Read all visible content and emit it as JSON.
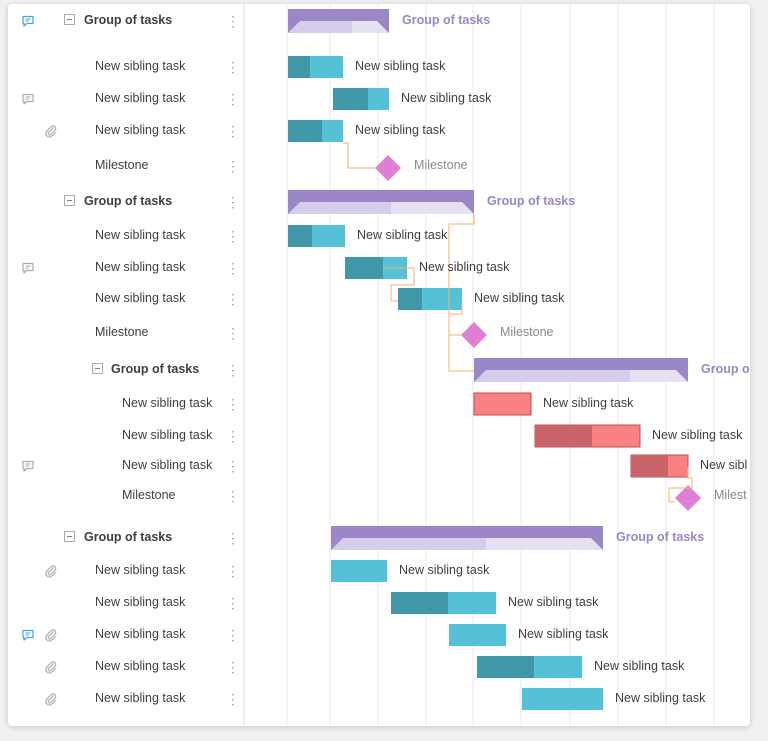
{
  "colors": {
    "group": "#9b86c7",
    "group_fill": "#e6e0f3",
    "task_done": "#3f97a8",
    "task": "#55c1d6",
    "critical_done": "#c9646a",
    "critical": "#fb8082",
    "milestone": "#e07ed6",
    "link": "#f6b26b",
    "comment_icon": "#4aa3d8"
  },
  "rows": [
    {
      "label": "Group of tasks",
      "type": "group",
      "icons": [
        "comment-icon-active"
      ],
      "bar_label": "Group of tasks"
    },
    {
      "label": "New sibling task",
      "type": "task",
      "icons": [],
      "bar_label": "New sibling task"
    },
    {
      "label": "New sibling task",
      "type": "task",
      "icons": [
        "comment-icon"
      ],
      "bar_label": "New sibling task"
    },
    {
      "label": "New sibling task",
      "type": "task",
      "icons": [
        "attachment-icon"
      ],
      "bar_label": "New sibling task"
    },
    {
      "label": "Milestone",
      "type": "milestone",
      "icons": [],
      "bar_label": "Milestone"
    },
    {
      "label": "Group of tasks",
      "type": "group",
      "icons": [],
      "bar_label": "Group of tasks"
    },
    {
      "label": "New sibling task",
      "type": "task",
      "icons": [],
      "bar_label": "New sibling task"
    },
    {
      "label": "New sibling task",
      "type": "task",
      "icons": [
        "comment-icon"
      ],
      "bar_label": "New sibling task"
    },
    {
      "label": "New sibling task",
      "type": "task",
      "icons": [],
      "bar_label": "New sibling task"
    },
    {
      "label": "Milestone",
      "type": "milestone",
      "icons": [],
      "bar_label": "Milestone"
    },
    {
      "label": "Group of tasks",
      "type": "group",
      "icons": [],
      "bar_label": "Group o"
    },
    {
      "label": "New sibling task",
      "type": "task",
      "icons": [],
      "bar_label": "New sibling task"
    },
    {
      "label": "New sibling task",
      "type": "task",
      "icons": [],
      "bar_label": "New sibling task"
    },
    {
      "label": "New sibling task",
      "type": "task",
      "icons": [
        "comment-icon"
      ],
      "bar_label": "New sibl"
    },
    {
      "label": "Milestone",
      "type": "milestone",
      "icons": [],
      "bar_label": "Milest"
    },
    {
      "label": "Group of tasks",
      "type": "group",
      "icons": [],
      "bar_label": "Group of tasks"
    },
    {
      "label": "New sibling task",
      "type": "task",
      "icons": [
        "attachment-icon"
      ],
      "bar_label": "New sibling task"
    },
    {
      "label": "New sibling task",
      "type": "task",
      "icons": [],
      "bar_label": "New sibling task"
    },
    {
      "label": "New sibling task",
      "type": "task",
      "icons": [
        "comment-icon-active",
        "attachment-icon"
      ],
      "bar_label": "New sibling task"
    },
    {
      "label": "New sibling task",
      "type": "task",
      "icons": [
        "attachment-icon"
      ],
      "bar_label": "New sibling task"
    },
    {
      "label": "New sibling task",
      "type": "task",
      "icons": [
        "attachment-icon"
      ],
      "bar_label": "New sibling task"
    }
  ]
}
